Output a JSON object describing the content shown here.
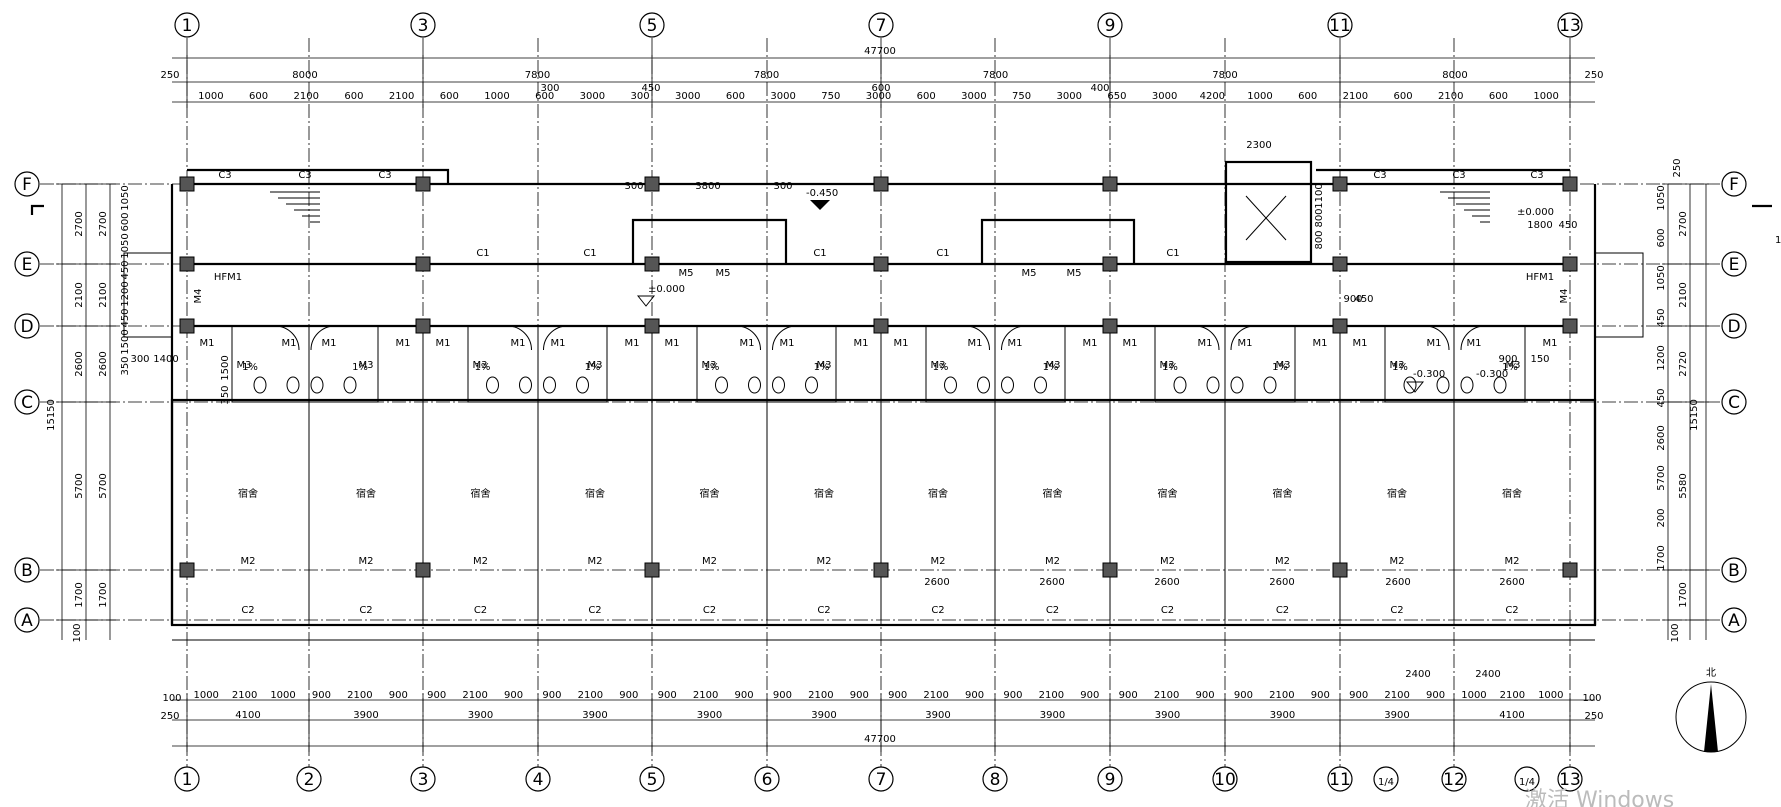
{
  "drawing": {
    "overall_dim": "47700",
    "top_bays": [
      "8000",
      "7800",
      "7800",
      "7800",
      "7800",
      "8000"
    ],
    "top_edge_left": "250",
    "top_edge_right": "250",
    "top_detail": [
      "1000",
      "600",
      "2100",
      "600",
      "2100",
      "600",
      "1000",
      "600",
      "3000",
      "300",
      "3000",
      "600",
      "3000",
      "750",
      "3000",
      "600",
      "3000",
      "750",
      "3000",
      "650",
      "3000",
      "4200",
      "1000",
      "600",
      "2100",
      "600",
      "2100",
      "600",
      "1000"
    ],
    "top_small": [
      "300",
      "450",
      "600",
      "400"
    ],
    "bottom_bays": [
      "4100",
      "3900",
      "3900",
      "3900",
      "3900",
      "3900",
      "3900",
      "3900",
      "3900",
      "3900",
      "3900",
      "4100"
    ],
    "bottom_edge_left": "250",
    "bottom_edge_right": "250",
    "bottom_detail_unit": [
      "1000",
      "2100",
      "1000",
      "900",
      "2100",
      "900",
      "900",
      "2100",
      "900",
      "900",
      "2100",
      "900",
      "900",
      "2100",
      "900",
      "900",
      "2100",
      "900",
      "900",
      "2100",
      "900",
      "900",
      "2100",
      "900",
      "900",
      "2100",
      "900",
      "900",
      "2100",
      "900",
      "900",
      "2100",
      "900",
      "1000",
      "2100",
      "1000"
    ],
    "bottom_edge_small": "100",
    "extra_dims": [
      "2400",
      "2400"
    ],
    "vent_dims": [
      "2300",
      "300",
      "3800",
      "300"
    ],
    "col_labels_top": [
      "1",
      "3",
      "5",
      "7",
      "9",
      "11",
      "13"
    ],
    "col_labels_bottom": [
      "1",
      "2",
      "3",
      "4",
      "5",
      "6",
      "7",
      "8",
      "9",
      "10",
      "11",
      "1/4",
      "12",
      "1/4",
      "13"
    ],
    "row_labels": [
      "F",
      "E",
      "D",
      "C",
      "B",
      "A"
    ],
    "left_dims_outer": [
      "2700",
      "2100",
      "2600",
      "5700",
      "1700"
    ],
    "left_dims_inner": [
      "1050",
      "600",
      "1050",
      "450",
      "1200",
      "450",
      "1500",
      "350"
    ],
    "left_overall": "15150",
    "right_dims_outer": [
      "2700",
      "2100",
      "2720",
      "5580",
      "1700"
    ],
    "right_dims_inner": [
      "1050",
      "600",
      "1050",
      "450",
      "1200",
      "450",
      "2600",
      "5700",
      "200",
      "1700"
    ],
    "right_overall": "15150",
    "right_edge": "250",
    "right_bottom_edge": "100",
    "left_bottom_edge": "100",
    "level_marks": [
      "-0.450",
      "±0.000",
      "±0.000",
      "-0.300",
      "-0.300"
    ],
    "room_label": "宿舍",
    "door_labels": {
      "m1": "M1",
      "m2": "M2",
      "m3": "M3",
      "m4": "M4",
      "m5": "M5",
      "fm": "HFM1"
    },
    "window_labels": {
      "c1": "C1",
      "c2": "C2",
      "c3": "C3"
    },
    "toilet_label": "1%",
    "left_misc": [
      "300",
      "1400",
      "1500",
      "350"
    ],
    "elevator_dims": [
      "1100",
      "800",
      "800"
    ],
    "stair_dims": [
      "1800",
      "450",
      "900",
      "450",
      "900",
      "150"
    ],
    "corr_dims": [
      "2600",
      "650",
      "650",
      "750"
    ],
    "north_label": "北",
    "section_mark": "1",
    "watermark": "激活 Windows"
  },
  "colors": {
    "line": "#000000",
    "column": "#555555",
    "background": "#ffffff",
    "watermark": "#bbbbbb"
  }
}
